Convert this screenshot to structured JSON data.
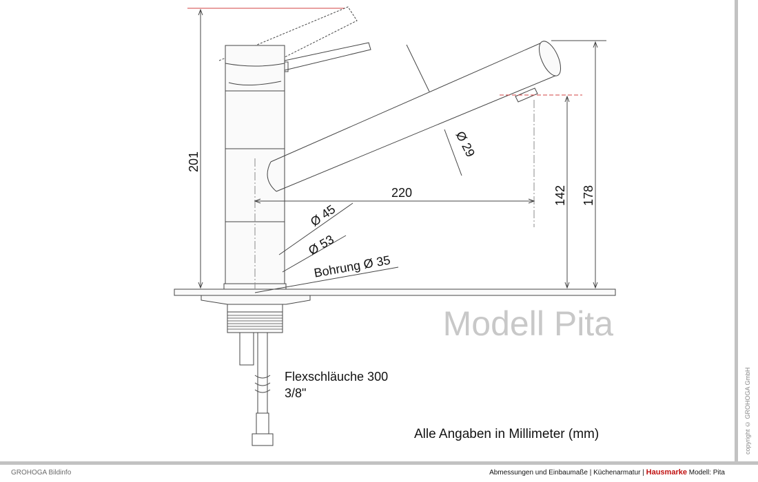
{
  "drawing": {
    "model_title": "Modell Pita",
    "dims": {
      "height_total": "201",
      "reach": "220",
      "height_outlet": "142",
      "height_spout_top": "178",
      "spout_diameter": "Ø 29",
      "body_diameter": "Ø 45",
      "base_diameter": "Ø 53",
      "hole": "Bohrung Ø 35"
    },
    "hoses_line1": "Flexschläuche 300",
    "hoses_line2": "3/8\"",
    "units_note": "Alle Angaben in Millimeter (mm)"
  },
  "copyright": "copyright © GROHOGA GmbH",
  "footer": {
    "left": "GROHOGA Bildinfo",
    "crumb": "Abmessungen und Einbaumaße | Küchenarmatur | ",
    "brand": "Hausmarke",
    "model": " Modell: Pita"
  }
}
